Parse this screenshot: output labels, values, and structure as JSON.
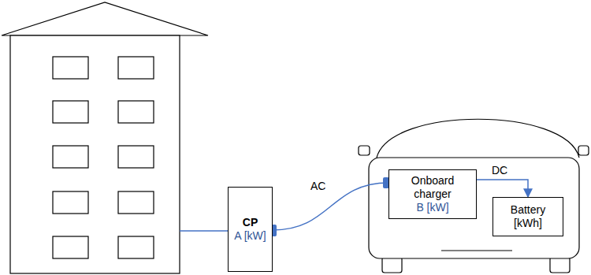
{
  "diagram": {
    "nodes": [
      {
        "text": [
          "CP",
          "A [kW]"
        ]
      },
      {
        "text": [
          "Onboard charger",
          "B [kW]"
        ]
      },
      {
        "text": [
          "Battery",
          "[kWh]"
        ]
      }
    ],
    "edges": [
      {
        "from": 0,
        "to": 1,
        "label": "AC",
        "arrow": "none"
      },
      {
        "from": 1,
        "to": 2,
        "label": "DC",
        "arrow": "to"
      }
    ]
  }
}
